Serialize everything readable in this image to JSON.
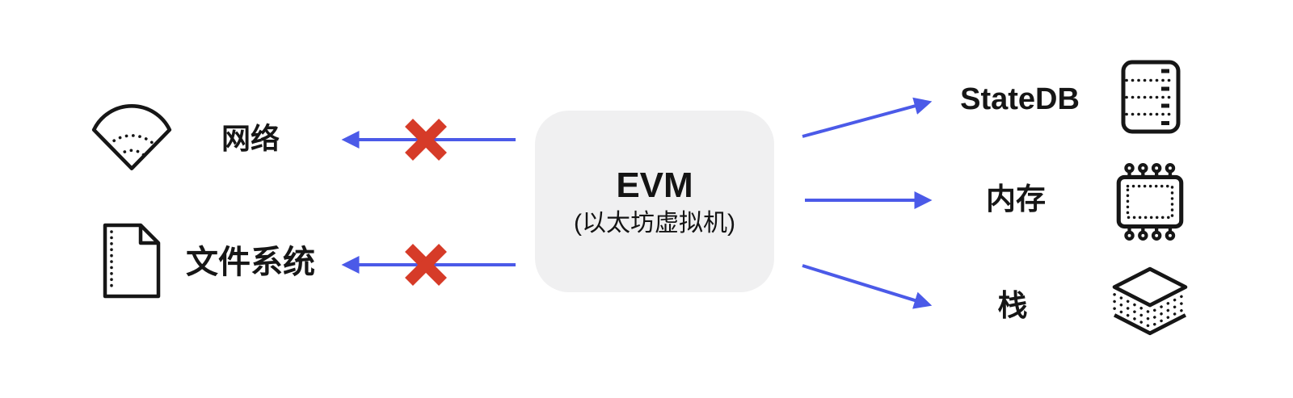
{
  "diagram": {
    "center_node": {
      "title": "EVM",
      "subtitle": "(以太坊虚拟机)"
    },
    "blocked_resources": [
      {
        "label": "网络",
        "icon": "wifi-icon"
      },
      {
        "label": "文件系统",
        "icon": "document-icon"
      }
    ],
    "allowed_resources": [
      {
        "label": "StateDB",
        "icon": "database-icon"
      },
      {
        "label": "内存",
        "icon": "memory-chip-icon"
      },
      {
        "label": "栈",
        "icon": "stack-layers-icon"
      }
    ],
    "colors": {
      "arrow_blue": "#4b5ae8",
      "blocked_red": "#d63b28",
      "box_gray": "#f0f0f1",
      "ink": "#161616"
    }
  }
}
